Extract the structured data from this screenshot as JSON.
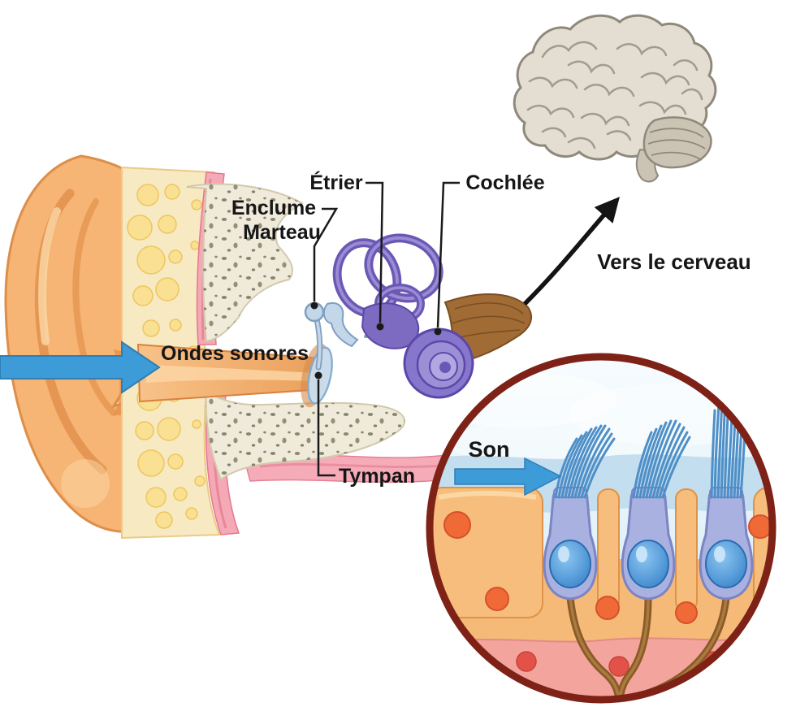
{
  "labels": {
    "etrier": "Étrier",
    "cochlee": "Cochlée",
    "enclume": "Enclume",
    "marteau": "Marteau",
    "ondes_sonores": "Ondes sonores",
    "tympan": "Tympan",
    "vers_le_cerveau": "Vers le cerveau",
    "son": "Son"
  },
  "colors": {
    "skin": "#F6B475",
    "skin_dark": "#E2914C",
    "fat": "#F7E9C2",
    "fat_bubble": "#F9E092",
    "bone": "#F0EADA",
    "bone_speckle": "#6E6F56",
    "tissue_pink": "#F5A8B5",
    "membrane_blue": "#C9DEF0",
    "ossicle_blue": "#C4D7E9",
    "inner_ear_purple": "#7C6BC0",
    "cochlea_purple": "#8676CC",
    "nerve_brown": "#8A5B28",
    "arrow_blue": "#3D9BD8",
    "label_text": "#161616",
    "brain_gray": "#E3DED1",
    "inset_border": "#7E2217",
    "supporting_cell": "#F7BD7D",
    "support_nucleus": "#F06A38",
    "hair_cell_body": "#A9B1E1",
    "hair_cell_nucleus": "#3580C8",
    "stereocilia_blue": "#4E8FC7",
    "inset_base_pink": "#F3A59D"
  }
}
